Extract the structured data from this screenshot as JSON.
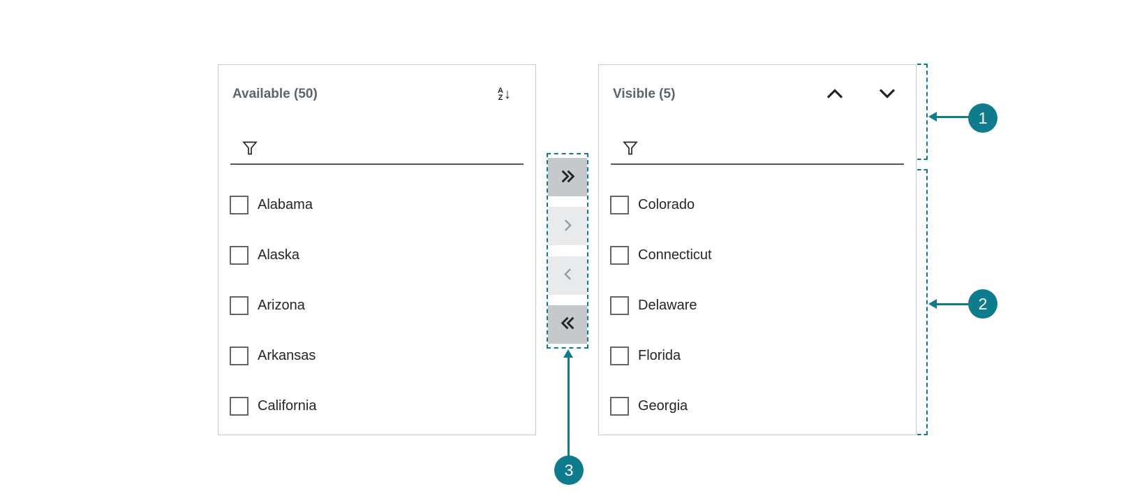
{
  "accent_color": "#0e7c8c",
  "available_panel": {
    "title": "Available (50)",
    "sort_icon_letters": {
      "top": "A",
      "bottom": "Z",
      "arrow": "↓"
    },
    "filter": {
      "value": ""
    },
    "items": [
      {
        "label": "Alabama",
        "checked": false
      },
      {
        "label": "Alaska",
        "checked": false
      },
      {
        "label": "Arizona",
        "checked": false
      },
      {
        "label": "Arkansas",
        "checked": false
      },
      {
        "label": "California",
        "checked": false
      }
    ]
  },
  "visible_panel": {
    "title": "Visible (5)",
    "filter": {
      "value": ""
    },
    "items": [
      {
        "label": "Colorado",
        "checked": false
      },
      {
        "label": "Connecticut",
        "checked": false
      },
      {
        "label": "Delaware",
        "checked": false
      },
      {
        "label": "Florida",
        "checked": false
      },
      {
        "label": "Georgia",
        "checked": false
      }
    ]
  },
  "transfer_buttons": [
    {
      "name": "move-all-right",
      "icon": "double-chevron-right",
      "enabled": true
    },
    {
      "name": "move-selected-right",
      "icon": "chevron-right",
      "enabled": false
    },
    {
      "name": "move-selected-left",
      "icon": "chevron-left",
      "enabled": false
    },
    {
      "name": "move-all-left",
      "icon": "double-chevron-left",
      "enabled": true
    }
  ],
  "annotations": {
    "markers": [
      {
        "label": "1",
        "target": "listbox-toolbar-area"
      },
      {
        "label": "2",
        "target": "listbox-items-area"
      },
      {
        "label": "3",
        "target": "transfer-buttons"
      }
    ]
  },
  "colors": {
    "annotation_teal": "#0e7c8c",
    "panel_border": "#c7cacc",
    "header_text": "#5b6468",
    "item_text": "#232629",
    "enabled_button_bg": "#c5c9cb",
    "disabled_button_bg": "#e8eaeb",
    "disabled_icon": "#97999c",
    "filter_underline": "#54585b"
  }
}
